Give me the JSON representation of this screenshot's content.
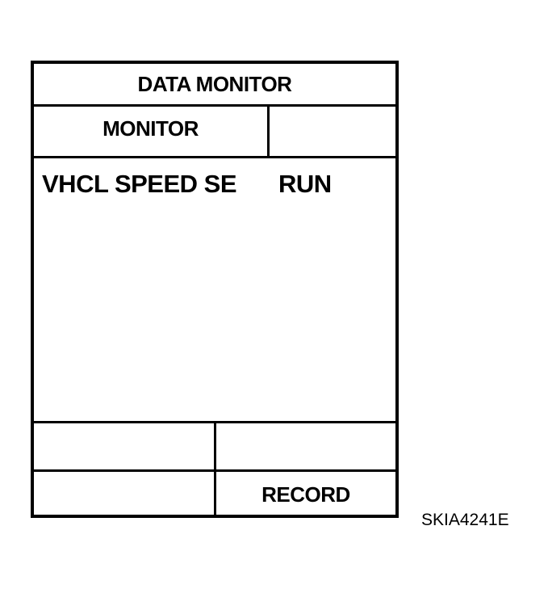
{
  "screen": {
    "title": "DATA MONITOR",
    "header": {
      "column_label": "MONITOR",
      "blank_label": ""
    },
    "monitor_items": [
      {
        "name": "VHCL SPEED SE",
        "value": "RUN"
      }
    ],
    "buttons": {
      "row1_left": "",
      "row1_right": "",
      "row2_left": "",
      "row2_right": "RECORD"
    }
  },
  "figure_code": "SKIA4241E"
}
